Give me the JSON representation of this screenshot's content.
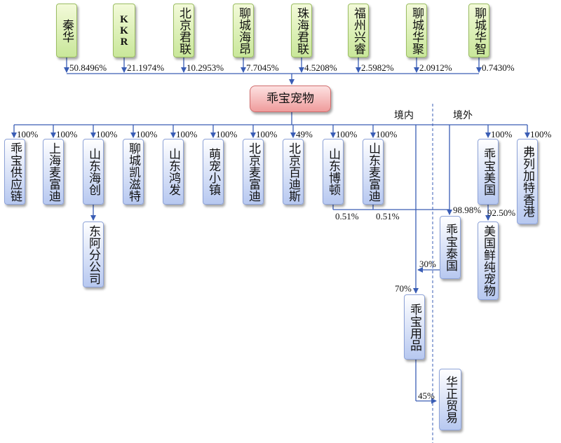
{
  "shareholders": [
    {
      "name": "秦华",
      "pct": "50.8496%"
    },
    {
      "name": "KKR",
      "pct": "21.1974%"
    },
    {
      "name": "北京君联",
      "pct": "10.2953%"
    },
    {
      "name": "聊城海昂",
      "pct": "7.7045%"
    },
    {
      "name": "珠海君联",
      "pct": "4.5208%"
    },
    {
      "name": "福州兴睿",
      "pct": "2.5982%"
    },
    {
      "name": "聊城华聚",
      "pct": "2.0912%"
    },
    {
      "name": "聊城华智",
      "pct": "0.7430%"
    }
  ],
  "center": {
    "name": "乖宝宠物"
  },
  "regions": {
    "domestic": "境内",
    "overseas": "境外"
  },
  "subsidiaries": [
    {
      "name": "乖宝供应链",
      "pct": "100%"
    },
    {
      "name": "上海麦富迪",
      "pct": "100%"
    },
    {
      "name": "山东海创",
      "pct": "100%"
    },
    {
      "name": "聊城凯滋特",
      "pct": "100%"
    },
    {
      "name": "山东鸿发",
      "pct": "100%"
    },
    {
      "name": "萌宠小镇",
      "pct": "100%"
    },
    {
      "name": "北京麦富迪",
      "pct": "100%"
    },
    {
      "name": "北京百迪斯",
      "pct": "49%"
    },
    {
      "name": "山东博顿",
      "pct": "100%"
    },
    {
      "name": "山东麦富迪",
      "pct": "100%"
    },
    {
      "name": "乖宝美国",
      "pct": "100%"
    },
    {
      "name": "弗列加特香港",
      "pct": "100%"
    }
  ],
  "second_level": {
    "dongE": {
      "name": "东阿分公司"
    },
    "thailand": {
      "name": "乖宝泰国",
      "pct_total": "98.98%",
      "pct_boton": "0.51%",
      "pct_maifudi": "0.51%"
    },
    "us_fresh": {
      "name": "美国鲜纯宠物",
      "pct": "92.50%"
    },
    "supplies": {
      "name": "乖宝用品",
      "pct_from_thailand": "30%",
      "pct_from_parent": "70%"
    },
    "huazheng": {
      "name": "华正贸易",
      "pct": "45%"
    }
  }
}
